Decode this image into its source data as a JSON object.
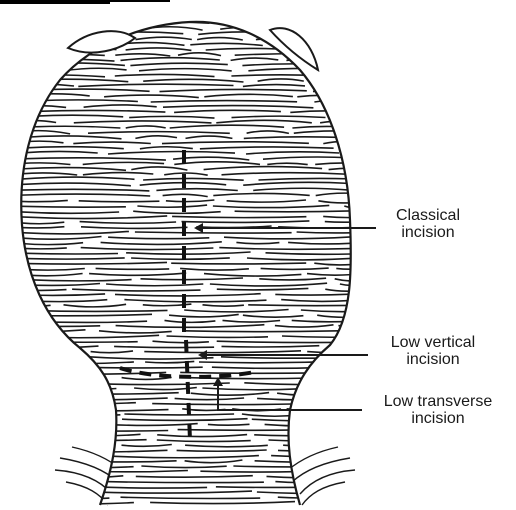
{
  "labels": {
    "classical": "Classical\nincision",
    "low_vertical": "Low vertical\nincision",
    "low_transverse": "Low transverse\nincision"
  },
  "colors": {
    "ink": "#1a1a1a",
    "background": "#ffffff"
  }
}
